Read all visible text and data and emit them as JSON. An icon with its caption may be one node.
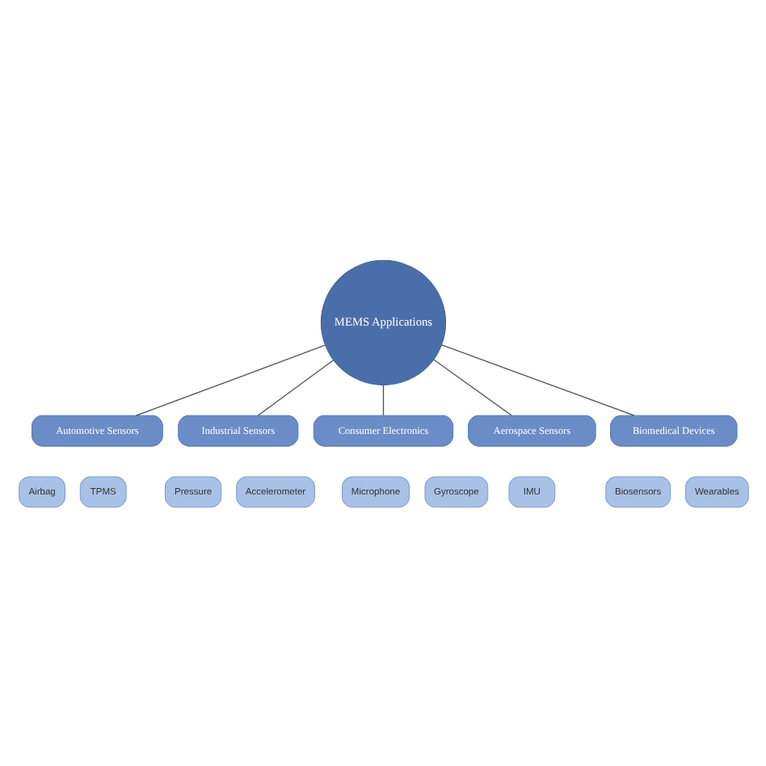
{
  "diagram": {
    "nodes": [
      {
        "text": [
          "MEMS Applications"
        ]
      },
      {
        "text": [
          "Automotive Sensors"
        ]
      },
      {
        "text": [
          "Airbag"
        ]
      },
      {
        "text": [
          "TPMS"
        ]
      },
      {
        "text": [
          "Industrial Sensors"
        ]
      },
      {
        "text": [
          "Pressure"
        ]
      },
      {
        "text": [
          "Accelerometer"
        ]
      },
      {
        "text": [
          "Consumer Electronics"
        ]
      },
      {
        "text": [
          "Microphone"
        ]
      },
      {
        "text": [
          "Gyroscope"
        ]
      },
      {
        "text": [
          "Aerospace Sensors"
        ]
      },
      {
        "text": [
          "IMU"
        ]
      },
      {
        "text": [
          "Biomedical Devices"
        ]
      },
      {
        "text": [
          "Biosensors"
        ]
      },
      {
        "text": [
          "Wearables"
        ]
      }
    ],
    "edges": [
      {
        "from": 0,
        "to": 1,
        "arrow": "none"
      },
      {
        "from": 0,
        "to": 4,
        "arrow": "none"
      },
      {
        "from": 0,
        "to": 7,
        "arrow": "none"
      },
      {
        "from": 0,
        "to": 10,
        "arrow": "none"
      },
      {
        "from": 0,
        "to": 12,
        "arrow": "none"
      }
    ]
  }
}
